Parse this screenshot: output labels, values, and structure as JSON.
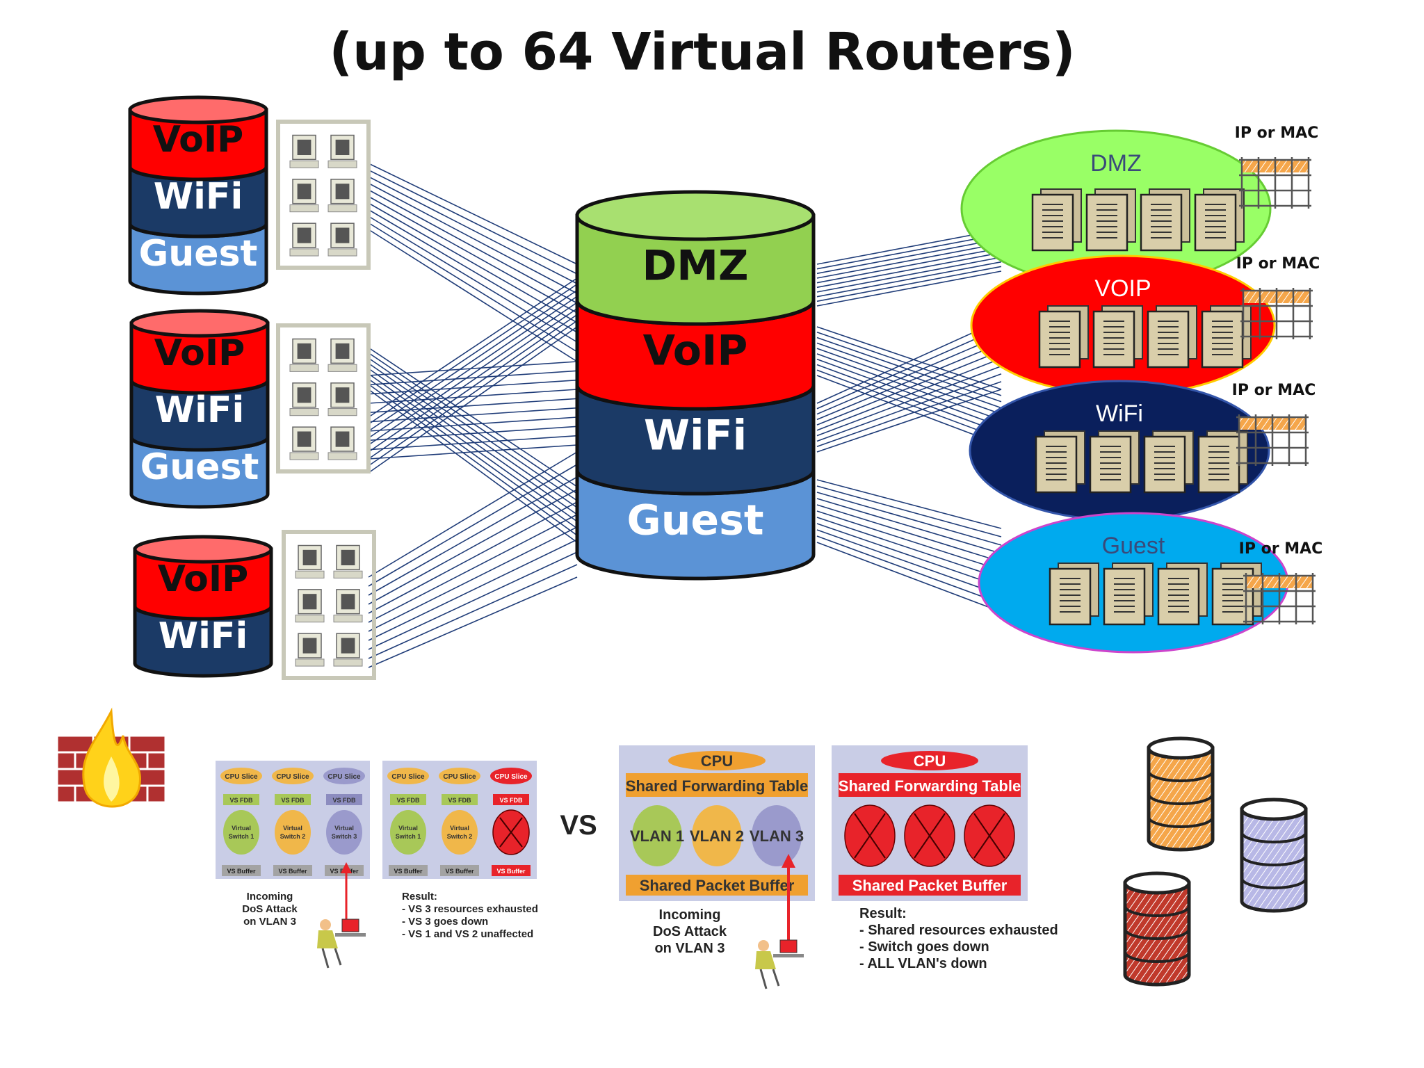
{
  "title": "(up to 64 Virtual Routers)",
  "left_stacks": [
    {
      "layers": [
        "VoIP",
        "WiFi",
        "Guest"
      ]
    },
    {
      "layers": [
        "VoIP",
        "WiFi",
        "Guest"
      ]
    },
    {
      "layers": [
        "VoIP",
        "WiFi"
      ]
    }
  ],
  "center_stack": {
    "layers": [
      "DMZ",
      "VoIP",
      "WiFi",
      "Guest"
    ]
  },
  "zones": [
    {
      "label": "DMZ",
      "table_label": "IP or MAC"
    },
    {
      "label": "VOIP",
      "table_label": "IP or MAC"
    },
    {
      "label": "WiFi",
      "table_label": "IP or MAC"
    },
    {
      "label": "Guest",
      "table_label": "IP or MAC"
    }
  ],
  "comparison": {
    "vs_label": "VS",
    "virtual_switch_before": {
      "cpu_labels": [
        "CPU Slice",
        "CPU Slice",
        "CPU Slice"
      ],
      "fdb_labels": [
        "VS FDB",
        "VS FDB",
        "VS FDB"
      ],
      "switch_labels": [
        "Virtual Switch 1",
        "Virtual Switch 2",
        "Virtual Switch 3"
      ],
      "buffer_labels": [
        "VS Buffer",
        "VS Buffer",
        "VS Buffer"
      ],
      "caption": [
        "Incoming",
        "DoS Attack",
        "on VLAN 3"
      ]
    },
    "virtual_switch_after": {
      "cpu_labels": [
        "CPU Slice",
        "CPU Slice",
        "CPU Slice"
      ],
      "fdb_labels": [
        "VS FDB",
        "VS FDB",
        "VS FDB"
      ],
      "switch_labels": [
        "Virtual Switch 1",
        "Virtual Switch 2"
      ],
      "buffer_labels": [
        "VS Buffer",
        "VS Buffer",
        "VS Buffer"
      ],
      "result": [
        "Result:",
        "- VS 3 resources exhausted",
        "- VS 3 goes down",
        "- VS 1 and VS 2 unaffected"
      ]
    },
    "shared_before": {
      "cpu": "CPU",
      "table": "Shared Forwarding Table",
      "vlans": [
        "VLAN 1",
        "VLAN 2",
        "VLAN 3"
      ],
      "buffer": "Shared Packet Buffer",
      "caption": [
        "Incoming",
        "DoS Attack",
        "on VLAN 3"
      ]
    },
    "shared_after": {
      "cpu": "CPU",
      "table": "Shared Forwarding Table",
      "buffer": "Shared Packet Buffer",
      "result": [
        "Result:",
        "- Shared resources exhausted",
        "- Switch goes down",
        "- ALL VLAN's down"
      ]
    }
  },
  "colors": {
    "voip": "#ff0000",
    "wifi": "#1b3a66",
    "guest": "#5b93d6",
    "dmz": "#92d050",
    "zone_dmz": "#99ff66",
    "zone_voip": "#ff0000",
    "zone_wifi": "#0a1f5c",
    "zone_guest": "#00aaee",
    "link_line": "#1f3c78"
  }
}
